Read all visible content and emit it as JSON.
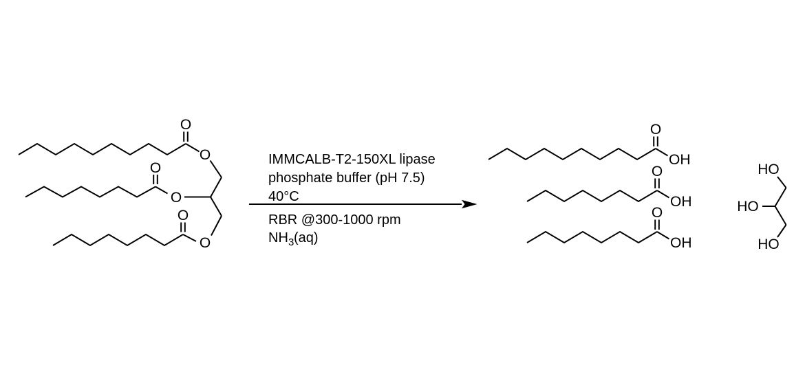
{
  "reaction": {
    "conditions_above": [
      "IMMCALB-T2-150XL lipase",
      "phosphate buffer (pH 7.5)",
      "40°C"
    ],
    "conditions_below": [
      "RBR @300-1000 rpm"
    ],
    "ammonia": {
      "prefix": "NH",
      "subscript": "3",
      "suffix": " (aq)"
    }
  },
  "atom_labels": {
    "oxygen": "O",
    "hydroxyl": "OH",
    "hydroxyl_reversed": "HO"
  },
  "colors": {
    "ink": "#000000",
    "background": "#ffffff"
  }
}
